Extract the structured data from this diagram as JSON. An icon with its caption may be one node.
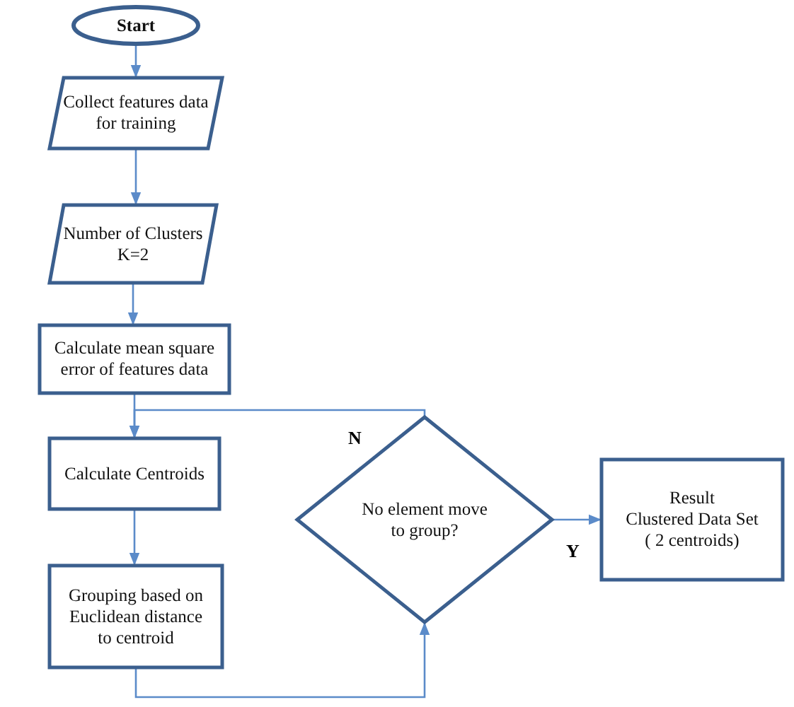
{
  "diagram": {
    "nodes": [
      {
        "text": [
          "Start"
        ]
      },
      {
        "text": [
          "Collect features data for training"
        ]
      },
      {
        "text": [
          "Number of Clusters K=2"
        ]
      },
      {
        "text": [
          "Calculate mean square error of features data"
        ]
      },
      {
        "text": [
          "Calculate Centroids"
        ]
      },
      {
        "text": [
          "Grouping based on Euclidean distance to centroid"
        ]
      },
      {
        "text": [
          "No element move to group?"
        ]
      },
      {
        "text": [
          "Result",
          "Clustered Data Set",
          "( 2 centroids)"
        ]
      }
    ],
    "edges": [
      {
        "from": 0,
        "to": 1,
        "arrow": "to"
      },
      {
        "from": 1,
        "to": 2,
        "arrow": "to"
      },
      {
        "from": 2,
        "to": 3,
        "arrow": "to"
      },
      {
        "from": 3,
        "to": 4,
        "arrow": "to"
      },
      {
        "from": 4,
        "to": 5,
        "arrow": "to"
      },
      {
        "from": 5,
        "to": 6,
        "arrow": "to"
      },
      {
        "from": 6,
        "to": 4,
        "arrow": "to",
        "label": "N"
      },
      {
        "from": 6,
        "to": 7,
        "arrow": "to",
        "label": "Y"
      }
    ]
  }
}
